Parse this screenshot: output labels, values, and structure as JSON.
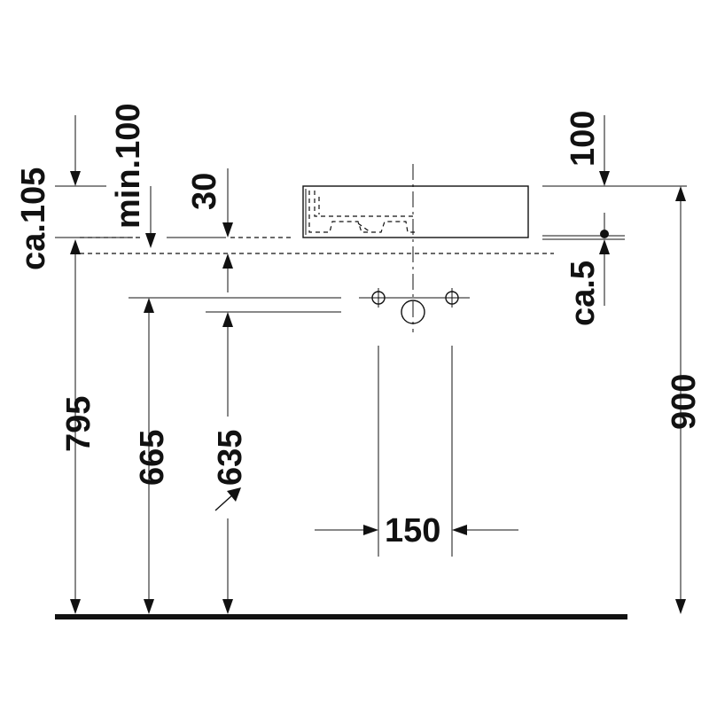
{
  "dimensions": {
    "ca105": "ca.105",
    "min100": "min.100",
    "d30": "30",
    "d100": "100",
    "ca5": "ca.5",
    "d795": "795",
    "d665": "665",
    "d635": "635",
    "d900": "900",
    "d150": "150"
  }
}
